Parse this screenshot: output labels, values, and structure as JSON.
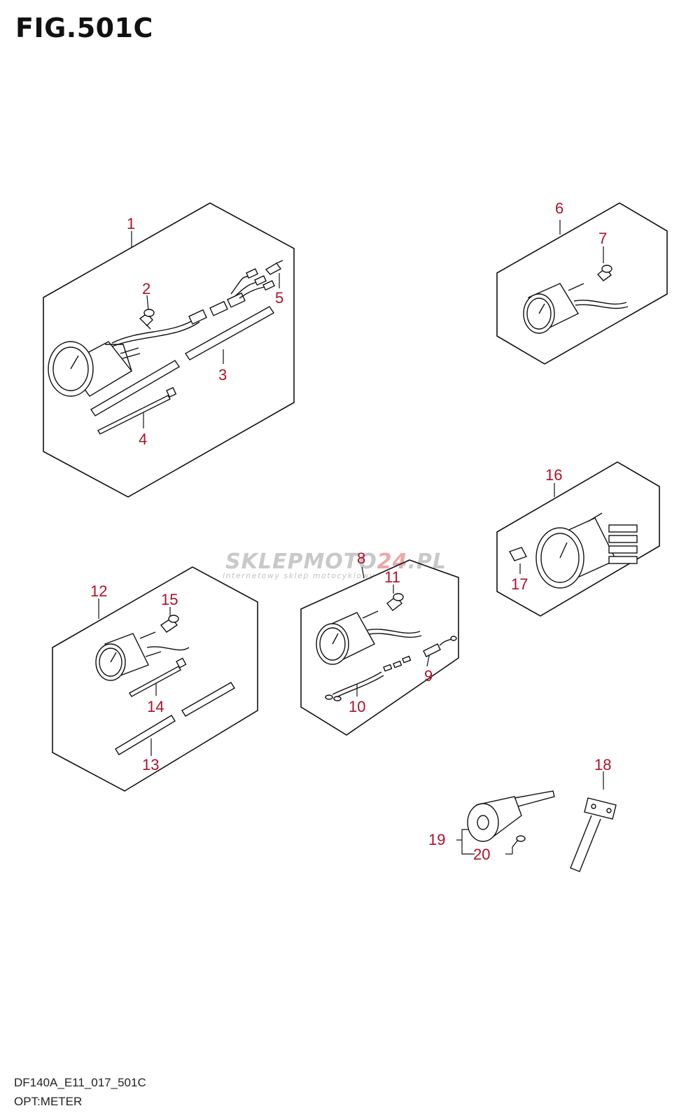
{
  "title": "FIG.501C",
  "footer": {
    "code": "DF140A_E11_017_501C",
    "caption": "OPT:METER"
  },
  "watermark": {
    "brand_main": "SKLEPMOTO",
    "brand_accent": "24",
    "brand_suffix": ".PL",
    "tagline": "internetowy sklep motocyklowy"
  },
  "callouts": {
    "c1": "1",
    "c2": "2",
    "c3": "3",
    "c4": "4",
    "c5": "5",
    "c6": "6",
    "c7": "7",
    "c8": "8",
    "c9": "9",
    "c10": "10",
    "c11": "11",
    "c12": "12",
    "c13": "13",
    "c14": "14",
    "c15": "15",
    "c16": "16",
    "c17": "17",
    "c18": "18",
    "c19": "19",
    "c20": "20"
  },
  "colors": {
    "callout": "#b0102a",
    "line": "#111111"
  }
}
